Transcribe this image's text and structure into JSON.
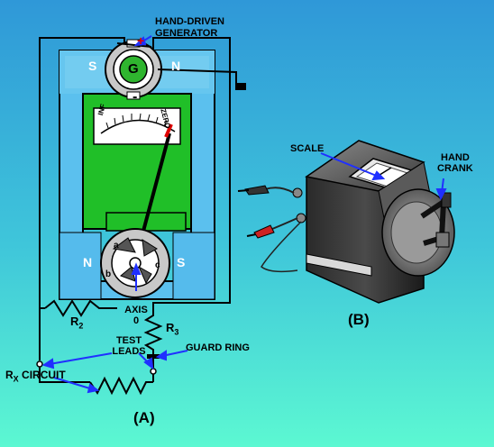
{
  "colors": {
    "background_top": "#2e9cd8",
    "background_bottom": "#58f6d4",
    "magnet": "#5bc0ee",
    "meter_panel": "#20bf28",
    "circuit_wire": "#000000",
    "arrow": "#2030ff",
    "pole_text": "#ffffff"
  },
  "diagram_a": {
    "generator_label_1": "HAND-DRIVEN",
    "generator_label_2": "GENERATOR",
    "generator_letter": "G",
    "plus_sign": "+",
    "minus_sign": "-",
    "pole_s_top": "S",
    "pole_n_top": "N",
    "pole_n_bottom": "N",
    "pole_s_bottom": "S",
    "scale_inf": "INF",
    "scale_zero": "ZERO",
    "coil_a": "a",
    "coil_b": "b",
    "coil_c": "c",
    "axis_label_1": "AXIS",
    "axis_label_2": "0",
    "r2_label": "R",
    "r2_sub": "2",
    "r3_label": "R",
    "r3_sub": "3",
    "test_leads_1": "TEST",
    "test_leads_2": "LEADS",
    "guard_ring": "GUARD RING",
    "rx_main": "R",
    "rx_sub": "X",
    "rx_tail": "CIRCUIT",
    "caption": "(A)"
  },
  "diagram_b": {
    "scale_label": "SCALE",
    "hand_crank_1": "HAND",
    "hand_crank_2": "CRANK",
    "caption": "(B)"
  }
}
